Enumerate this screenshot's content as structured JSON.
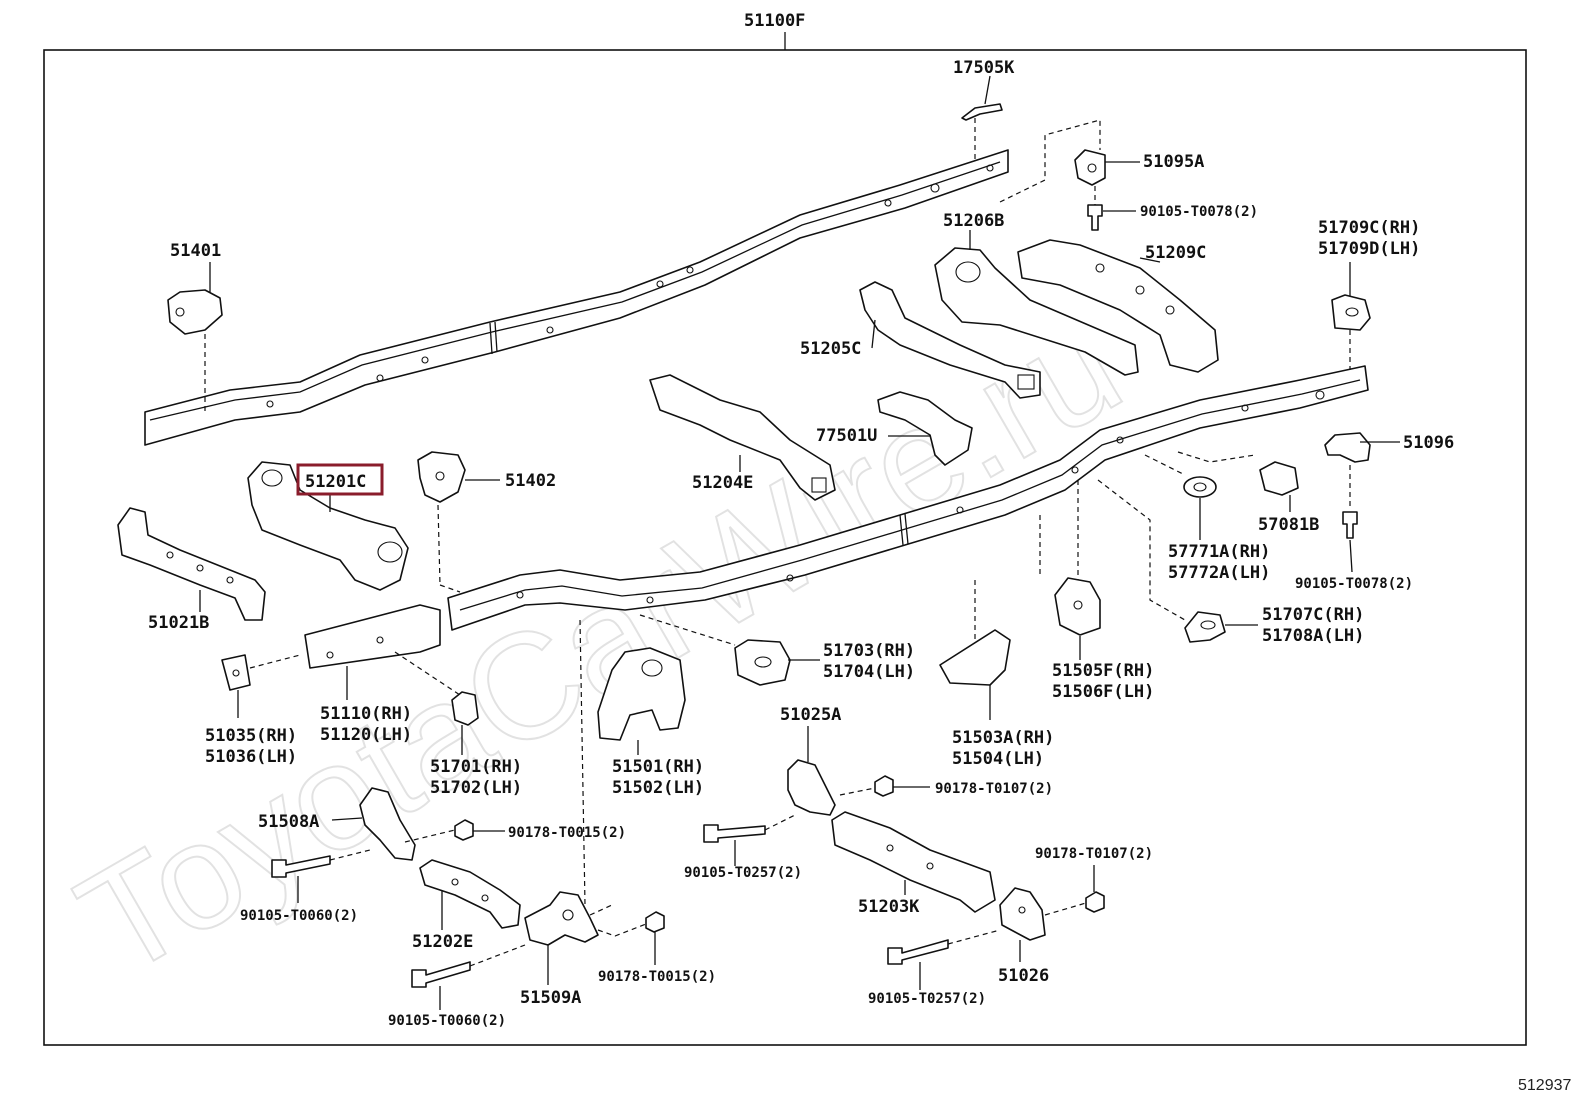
{
  "diagram": {
    "assembly_label": "51100F",
    "diagram_id": "512937",
    "watermark": "ToyotaCarWire.ru",
    "highlight_color": "#8a1c2b",
    "parts": {
      "p17505K": "17505K",
      "p51095A": "51095A",
      "p90105_T0078_top": "90105-T0078(2)",
      "p51206B": "51206B",
      "p51209C": "51209C",
      "p51709C": "51709C(RH)",
      "p51709D": "51709D(LH)",
      "p51401": "51401",
      "p51205C": "51205C",
      "p77501U": "77501U",
      "p51096": "51096",
      "p51201C": "51201C",
      "p51402": "51402",
      "p51204E": "51204E",
      "p57771A": "57771A(RH)",
      "p57772A": "57772A(LH)",
      "p57081B": "57081B",
      "p90105_T0078_right": "90105-T0078(2)",
      "p51021B": "51021B",
      "p51703": "51703(RH)",
      "p51704": "51704(LH)",
      "p51707C": "51707C(RH)",
      "p51708A": "51708A(LH)",
      "p51505F": "51505F(RH)",
      "p51506F": "51506F(LH)",
      "p51035": "51035(RH)",
      "p51036": "51036(LH)",
      "p51110": "51110(RH)",
      "p51120": "51120(LH)",
      "p51025A": "51025A",
      "p51503A": "51503A(RH)",
      "p51504": "51504(LH)",
      "p51701": "51701(RH)",
      "p51702": "51702(LH)",
      "p51501": "51501(RH)",
      "p51502": "51502(LH)",
      "p90178_T0107_mid": "90178-T0107(2)",
      "p51508A": "51508A",
      "p90178_T0015_a": "90178-T0015(2)",
      "p90105_T0257_a": "90105-T0257(2)",
      "p90178_T0107_low": "90178-T0107(2)",
      "p90105_T0060_a": "90105-T0060(2)",
      "p51202E": "51202E",
      "p51203K": "51203K",
      "p51026": "51026",
      "p90178_T0015_b": "90178-T0015(2)",
      "p51509A": "51509A",
      "p90105_T0257_b": "90105-T0257(2)",
      "p90105_T0060_b": "90105-T0060(2)"
    }
  }
}
